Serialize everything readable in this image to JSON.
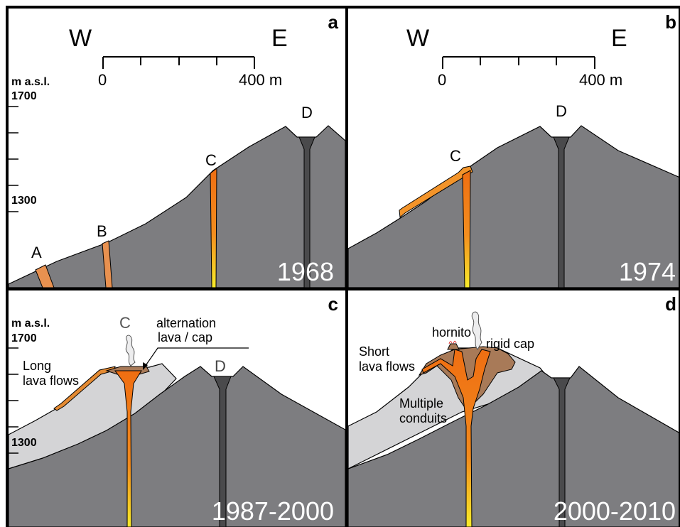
{
  "panels": {
    "a": {
      "letter": "a",
      "year": "1968",
      "west": "W",
      "east": "E",
      "scale_zero": "0",
      "scale_max": "400 m",
      "elev_unit": "m a.s.l.",
      "elev_top": "1700",
      "elev_low": "1300",
      "vents": {
        "a": "A",
        "b": "B",
        "c": "C",
        "d": "D"
      }
    },
    "b": {
      "letter": "b",
      "year": "1974",
      "west": "W",
      "east": "E",
      "scale_zero": "0",
      "scale_max": "400 m",
      "vents": {
        "c": "C",
        "d": "D"
      }
    },
    "c": {
      "letter": "c",
      "year": "1987-2000",
      "elev_unit": "m a.s.l.",
      "elev_top": "1700",
      "elev_low": "1300",
      "vents": {
        "c": "C",
        "d": "D"
      },
      "annotations": {
        "alternation_line1": "alternation",
        "alternation_line2": "lava / cap",
        "long_line1": "Long",
        "long_line2": "lava flows"
      }
    },
    "d": {
      "letter": "d",
      "year": "2000-2010",
      "annotations": {
        "hornito": "hornito",
        "rigid_cap": "rigid cap",
        "short_line1": "Short",
        "short_line2": "lava flows",
        "multiple_line1": "Multiple",
        "multiple_line2": "conduits"
      }
    }
  },
  "colors": {
    "rock": "#7d7d80",
    "old_cone": "#d4d4d6",
    "lava": "#f07f1c",
    "lava_hot": "#f7e51f",
    "old_dike": "#e89150",
    "cap": "#a87a58"
  }
}
